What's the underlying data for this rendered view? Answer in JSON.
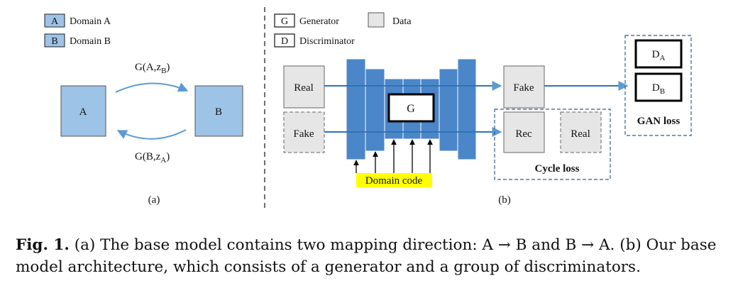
{
  "legend_a": {
    "a_box": "A",
    "a_label": "Domain A",
    "b_box": "B",
    "b_label": "Domain B"
  },
  "legend_b": {
    "g_box": "G",
    "g_label": "Generator",
    "data_label": "Data",
    "d_box": "D",
    "d_label": "Discriminator"
  },
  "panel_a": {
    "node_a": "A",
    "node_b": "B",
    "top_arrow_label": {
      "main": "G(A,z",
      "sub": "B",
      "close": ")"
    },
    "bottom_arrow_label": {
      "main": "G(B,z",
      "sub": "A",
      "close": ")"
    },
    "panel_label": "(a)"
  },
  "panel_b": {
    "real_input": "Real",
    "fake_input": "Fake",
    "generator_label": "G",
    "fake_output": "Fake",
    "rec_output": "Rec",
    "real_output": "Real",
    "domain_code_label": "Domain code",
    "cycle_loss_label": "Cycle loss",
    "gan_loss_label": "GAN loss",
    "discriminator_a": {
      "main": "D",
      "sub": "A"
    },
    "discriminator_b": {
      "main": "D",
      "sub": "B"
    },
    "panel_label": "(b)"
  },
  "caption": {
    "fig_label": "Fig. 1.",
    "text": " (a) The base model contains two mapping direction: A → B and B → A. (b) Our base model architecture, which consists of a generator and a group of discriminators."
  },
  "colors": {
    "domain_fill": "#9dc3e6",
    "generator_blue": "#4a86c8",
    "data_gray": "#e6e6e6",
    "highlight_yellow": "#ffff00",
    "arrow_blue": "#2e75b6"
  }
}
